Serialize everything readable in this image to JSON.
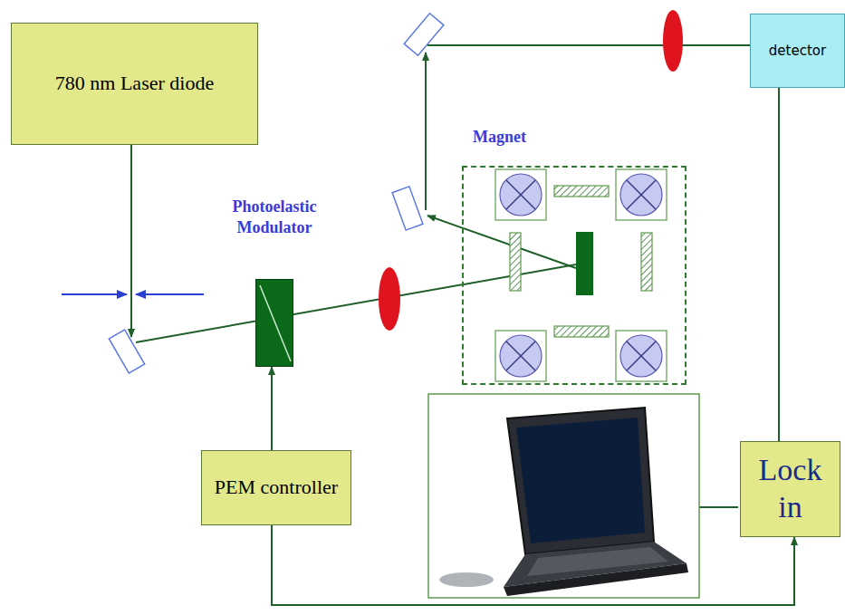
{
  "diagram": {
    "nodes": [
      {
        "text": [
          "780 nm Laser diode"
        ]
      },
      {
        "text": [
          "Photoelastic Modulator"
        ]
      },
      {
        "text": [
          "Magnet"
        ]
      },
      {
        "text": [
          "PEM controller"
        ]
      },
      {
        "text": [
          "detector"
        ]
      },
      {
        "text": [
          "Lock in"
        ]
      }
    ],
    "edges": [
      {
        "from": 3,
        "to": 1,
        "arrow": "to"
      },
      {
        "from": 3,
        "to": 5,
        "arrow": "to"
      },
      {
        "from": 4,
        "to": 5,
        "arrow": "none"
      }
    ]
  }
}
